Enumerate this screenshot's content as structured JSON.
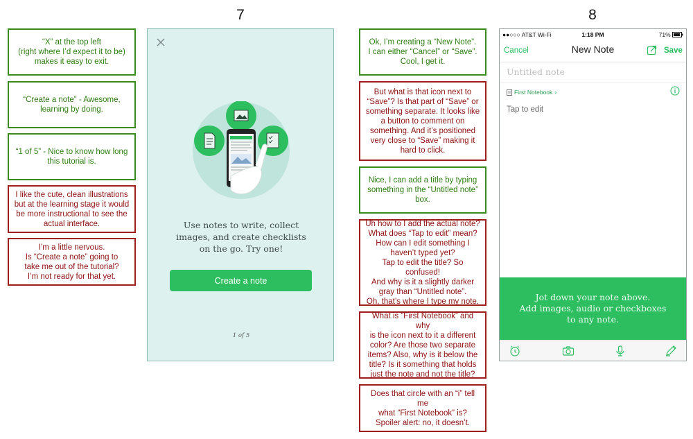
{
  "labels": {
    "left_num": "7",
    "right_num": "8"
  },
  "notes_left": [
    {
      "text": "“X” at the top left\n(right where I’d expect it to be)\nmakes it easy to exit.",
      "tone": "good"
    },
    {
      "text": "“Create a note” - Awesome,\nlearning by doing.",
      "tone": "good"
    },
    {
      "text": "“1 of 5” - Nice to know how long\nthis tutorial is.",
      "tone": "good"
    },
    {
      "text": "I like the cute, clean illustrations\nbut at the learning stage it would\nbe more instructional to see the\nactual interface.",
      "tone": "bad"
    },
    {
      "text": "I’m a little nervous.\nIs “Create a note” going to\ntake me out of the tutorial?\nI’m not ready for that yet.",
      "tone": "bad"
    }
  ],
  "notes_right": [
    {
      "text": "Ok, I’m creating a “New Note”.\nI can either “Cancel” or “Save”.\nCool, I get it.",
      "tone": "good"
    },
    {
      "text": "But what is that icon next to\n“Save”? Is that part of “Save” or\nsomething separate. It looks like\na button to comment on\nsomething. And it’s positioned\nvery close to “Save” making it\nhard to click.",
      "tone": "bad"
    },
    {
      "text": "Nice, I can add a title by typing\nsomething in the “Untitled note”\nbox.",
      "tone": "good"
    },
    {
      "text": "Uh how to I add the actual note?\nWhat does “Tap to edit” mean?\nHow can I edit something I\nhaven’t typed yet?\nTap to edit the title? So confused!\nAnd why is it a slightly darker\ngray than “Untitled note”.\nOh, that’s where I type my note.",
      "tone": "bad"
    },
    {
      "text": "What is “First Notebook” and why\nis the icon next to it a different\ncolor? Are those two separate\nitems? Also, why is it below the\ntitle? Is it something that holds\njust the note and not the title?",
      "tone": "bad"
    },
    {
      "text": "Does that circle with an “i” tell me\nwhat “First Notebook” is?\nSpoiler alert: no, it doesn’t.",
      "tone": "bad"
    }
  ],
  "screen7": {
    "body_text": "Use notes to write, collect\nimages, and create checklists\non the go. Try one!",
    "button_label": "Create a note",
    "pager": "1 of 5",
    "colors": {
      "bg": "#ddf1ee",
      "accent": "#2dbe60"
    }
  },
  "screen8": {
    "status": {
      "carrier": "●●○○○ AT&T Wi-Fi",
      "time": "1:18 PM",
      "battery": "71%"
    },
    "nav": {
      "cancel": "Cancel",
      "title": "New Note",
      "save": "Save"
    },
    "title_placeholder": "Untitled note",
    "notebook": "First Notebook",
    "body_placeholder": "Tap to edit",
    "tip": "Jot down your note above.\nAdd images, audio or checkboxes\nto any note.",
    "toolbar_icons": [
      "alarm-clock-icon",
      "camera-icon",
      "microphone-icon",
      "pen-icon"
    ]
  }
}
